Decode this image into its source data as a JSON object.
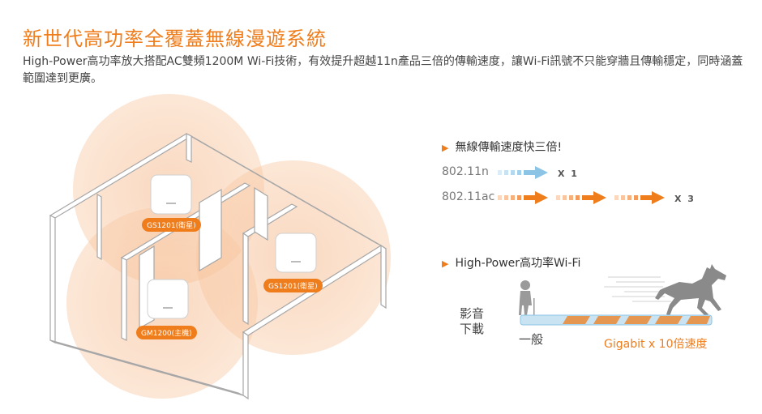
{
  "header": {
    "title": "新世代高功率全覆蓋無線漫遊系統",
    "description": "High-Power高功率放大搭配AC雙頻1200M Wi-Fi技術，有效提升超越11n產品三倍的傳輸速度，讓Wi-Fi訊號不只能穿牆且傳輸穩定，同時涵蓋範圍達到更廣。"
  },
  "devices": {
    "ap1": "GS1201(衛星)",
    "ap2": "GS1201(衛星)",
    "ap3": "GM1200(主機)"
  },
  "speed": {
    "heading": "無線傳輸速度快三倍!",
    "row1_label": "802.11n",
    "row1_mult": "X 1",
    "row2_label": "802.11ac",
    "row2_mult": "X 3"
  },
  "power": {
    "heading": "High-Power高功率Wi-Fi",
    "side_label_1": "影音",
    "side_label_2": "下載",
    "normal_label": "一般",
    "giga_label": "Gigabit x 10倍速度"
  },
  "colors": {
    "accent": "#ef7d1c",
    "blue": "#8cc4e6"
  }
}
